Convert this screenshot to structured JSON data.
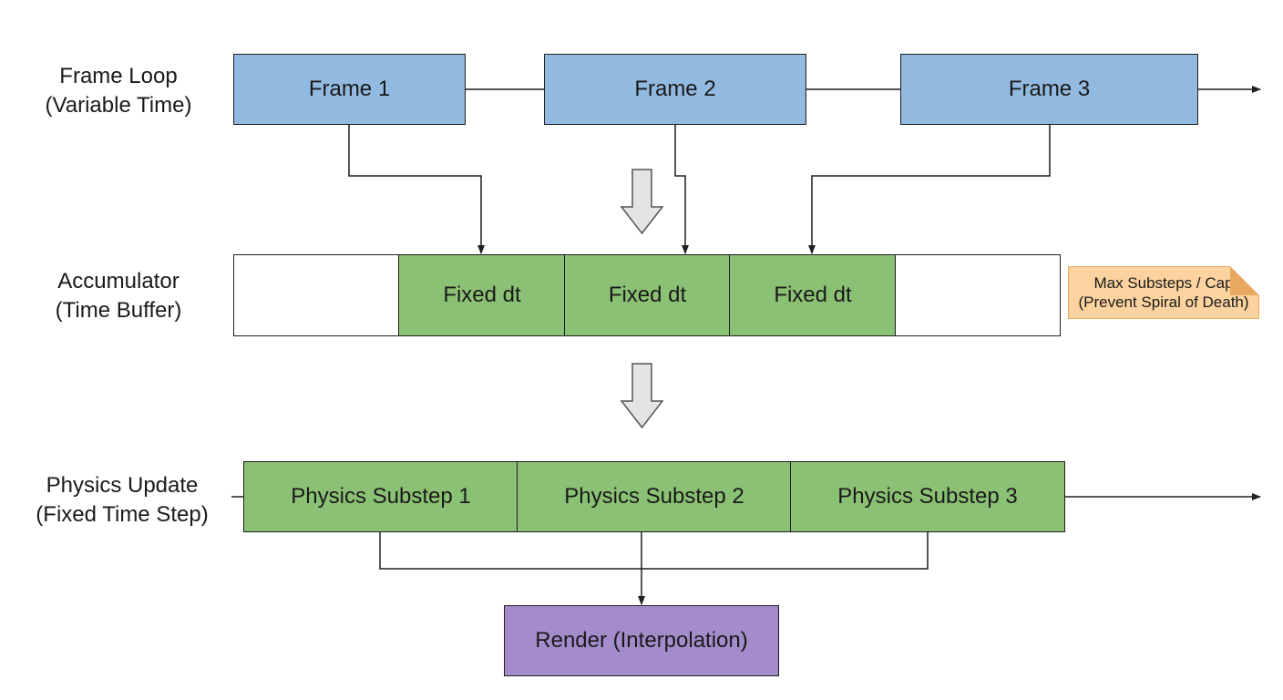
{
  "rows": {
    "frame_loop": {
      "line1": "Frame Loop",
      "line2": "(Variable Time)"
    },
    "accumulator": {
      "line1": "Accumulator",
      "line2": "(Time Buffer)"
    },
    "physics": {
      "line1": "Physics Update",
      "line2": "(Fixed Time Step)"
    }
  },
  "frames": [
    "Frame 1",
    "Frame 2",
    "Frame 3"
  ],
  "accumulator_slots": [
    "",
    "Fixed dt",
    "Fixed dt",
    "Fixed dt",
    ""
  ],
  "substeps": [
    "Physics Substep 1",
    "Physics Substep 2",
    "Physics Substep 3"
  ],
  "note": {
    "line1": "Max Substeps / Cap",
    "line2": "(Prevent Spiral of Death)"
  },
  "render": "Render (Interpolation)",
  "colors": {
    "frame": "#92bae0",
    "fixed": "#8bc174",
    "render": "#a48ccb",
    "note": "#fcd39f",
    "big_arrow": "#e4e4e4"
  }
}
